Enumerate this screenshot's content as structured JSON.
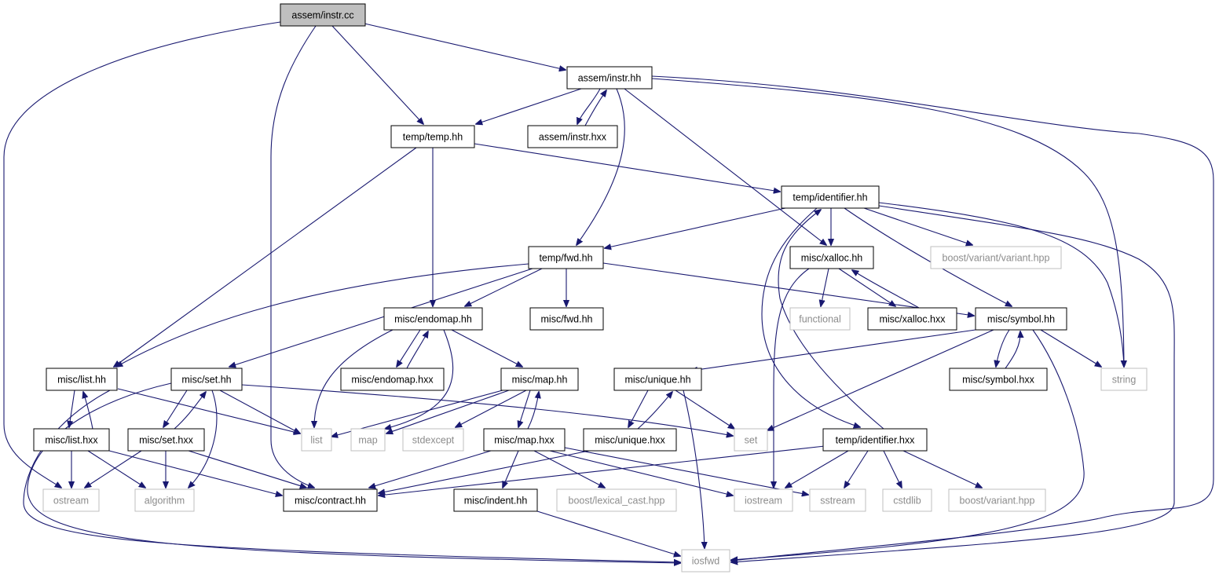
{
  "title": "assem/instr.cc",
  "colors": {
    "edge": "#191970",
    "node_border": "#000000",
    "external_border": "#bfbfbf",
    "focus_fill": "#bfbfbf",
    "external_text": "#8c8c8c"
  },
  "nodes": {
    "instr_cc": "assem/instr.cc",
    "instr_hh": "assem/instr.hh",
    "temp_hh": "temp/temp.hh",
    "instr_hxx": "assem/instr.hxx",
    "identifier_hh": "temp/identifier.hh",
    "fwd_hh": "temp/fwd.hh",
    "xalloc_hh": "misc/xalloc.hh",
    "boost_variant_variant": "boost/variant/variant.hpp",
    "misc_fwd_hh": "misc/fwd.hh",
    "endomap_hh": "misc/endomap.hh",
    "functional": "functional",
    "xalloc_hxx": "misc/xalloc.hxx",
    "symbol_hh": "misc/symbol.hh",
    "list_hh": "misc/list.hh",
    "set_hh": "misc/set.hh",
    "endomap_hxx": "misc/endomap.hxx",
    "map_hh": "misc/map.hh",
    "unique_hh": "misc/unique.hh",
    "symbol_hxx": "misc/symbol.hxx",
    "string": "string",
    "list_hxx": "misc/list.hxx",
    "set_hxx": "misc/set.hxx",
    "list": "list",
    "map": "map",
    "stdexcept": "stdexcept",
    "map_hxx": "misc/map.hxx",
    "unique_hxx": "misc/unique.hxx",
    "set": "set",
    "identifier_hxx": "temp/identifier.hxx",
    "ostream": "ostream",
    "algorithm": "algorithm",
    "contract_hh": "misc/contract.hh",
    "indent_hh": "misc/indent.hh",
    "lexical_cast": "boost/lexical_cast.hpp",
    "iostream": "iostream",
    "sstream": "sstream",
    "cstdlib": "cstdlib",
    "boost_variant": "boost/variant.hpp",
    "iosfwd": "iosfwd"
  }
}
